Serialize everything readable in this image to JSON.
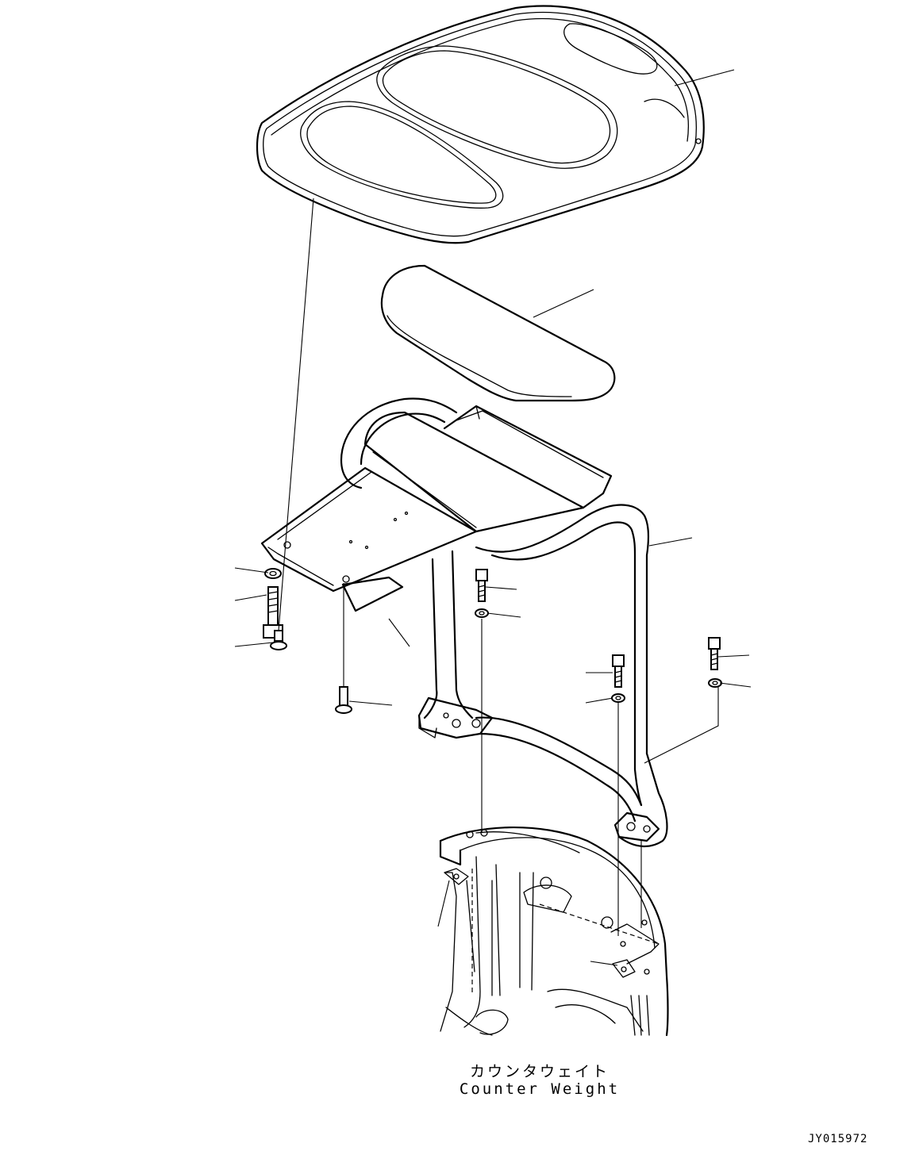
{
  "caption": {
    "japanese": "カウンタウェイト",
    "english": "Counter Weight"
  },
  "drawing_id": "JY015972",
  "colors": {
    "line": "#000000",
    "background": "#ffffff"
  }
}
